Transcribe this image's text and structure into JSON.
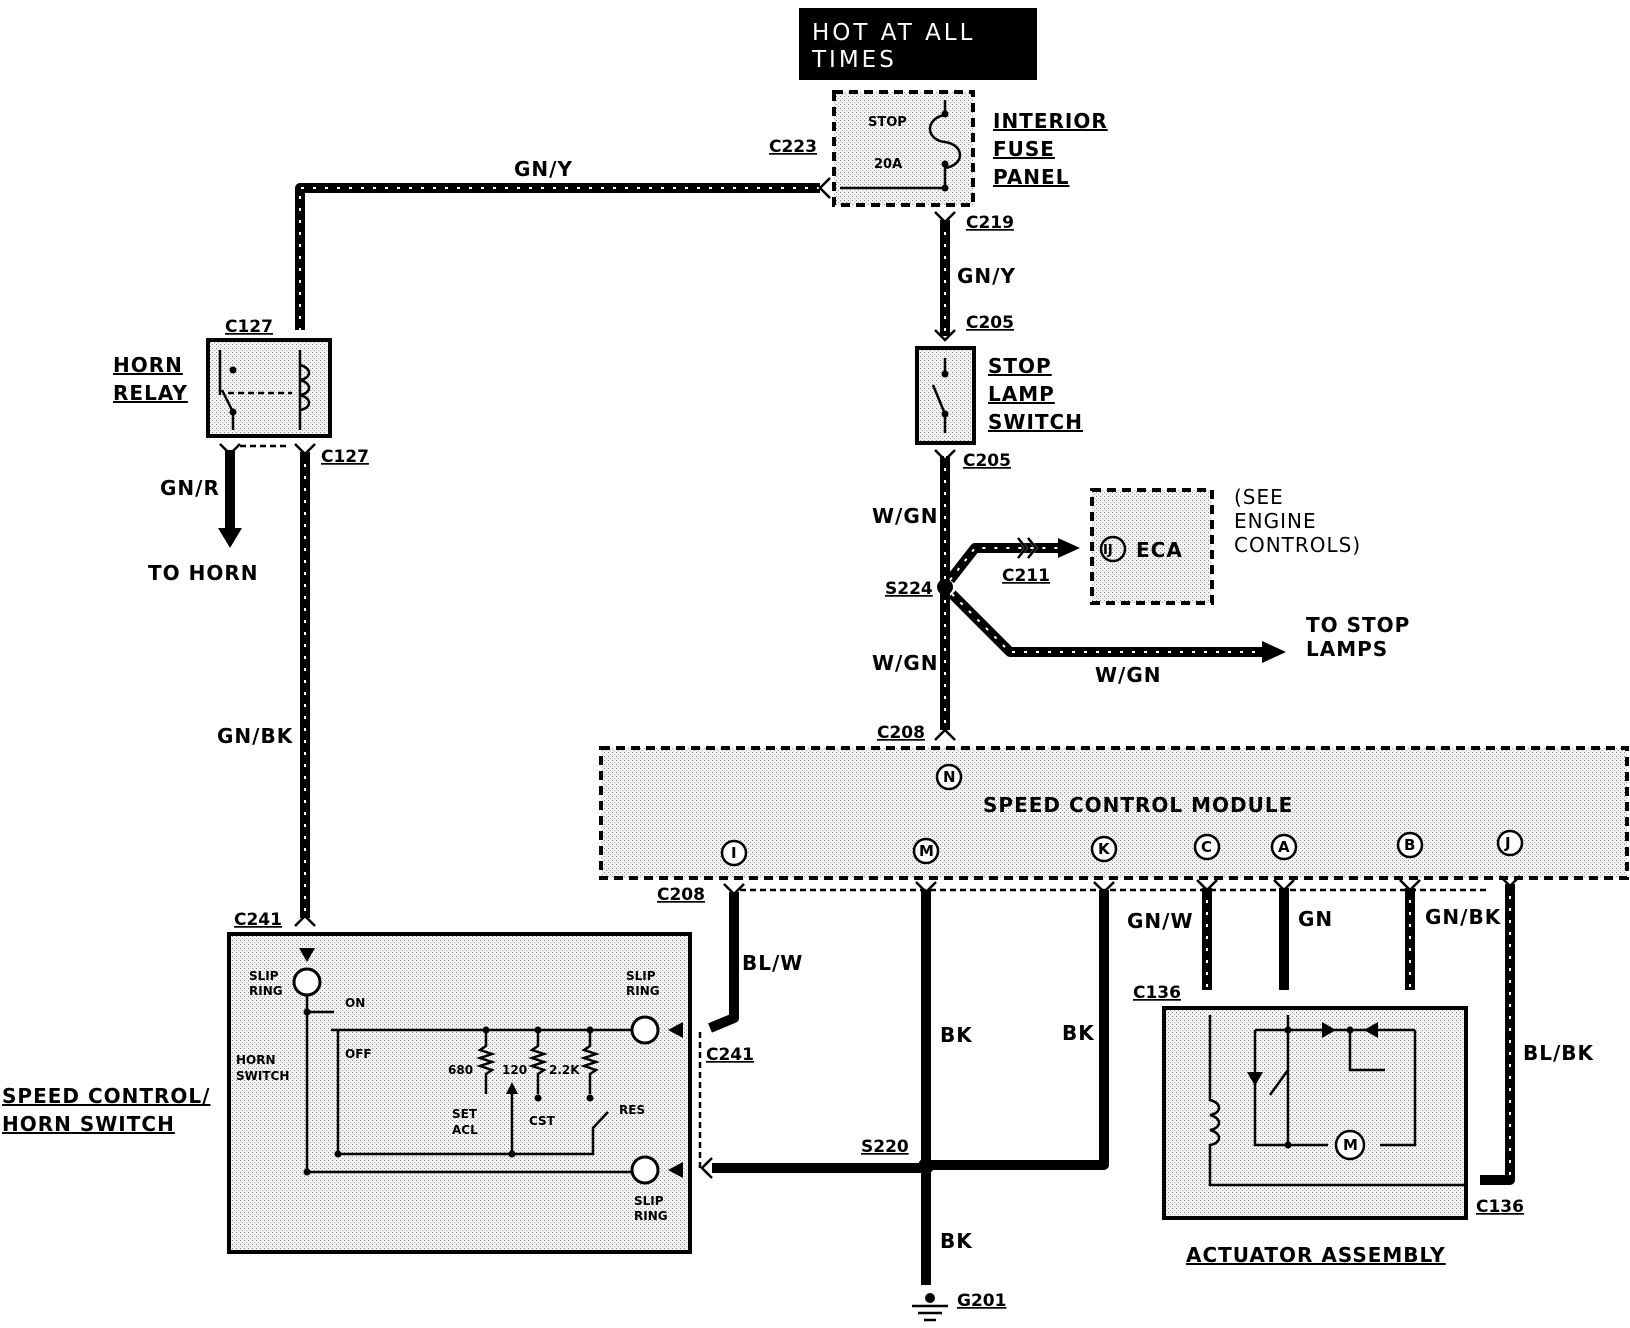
{
  "title": {
    "line1": "HOT AT ALL",
    "line2": "TIMES"
  },
  "fuse": {
    "name_lines": [
      "INTERIOR",
      "FUSE",
      "PANEL"
    ],
    "label": "STOP",
    "rating": "20A"
  },
  "connectors": {
    "c223": "C223",
    "c219": "C219",
    "c205a": "C205",
    "c205b": "C205",
    "c127a": "C127",
    "c127b": "C127",
    "c211": "C211",
    "s224": "S224",
    "c208a": "C208",
    "c208b": "C208",
    "c241a": "C241",
    "c241b": "C241",
    "s220": "S220",
    "c136a": "C136",
    "c136b": "C136",
    "g201": "G201"
  },
  "wires": {
    "gn_y_top": "GN/Y",
    "gn_y_vert": "GN/Y",
    "gn_r": "GN/R",
    "gn_bk_left": "GN/BK",
    "w_gn_1": "W/GN",
    "w_gn_2": "W/GN",
    "w_gn_3": "W/GN",
    "bl_w": "BL/W",
    "bk_1": "BK",
    "bk_2": "BK",
    "bk_3": "BK",
    "gn_w": "GN/W",
    "gn": "GN",
    "gn_bk_right": "GN/BK",
    "bl_bk": "BL/BK"
  },
  "horn_relay": {
    "lines": [
      "HORN",
      "RELAY"
    ],
    "to_horn": "TO HORN"
  },
  "stop_lamp_switch": {
    "lines": [
      "STOP",
      "LAMP",
      "SWITCH"
    ]
  },
  "eca": {
    "pin": "IJ",
    "name": "ECA",
    "note_lines": [
      "(SEE",
      "ENGINE",
      "CONTROLS)"
    ]
  },
  "to_stop_lamps": {
    "lines": [
      "TO STOP",
      "LAMPS"
    ]
  },
  "module": {
    "name": "SPEED CONTROL MODULE",
    "top_pin": "N",
    "pins": [
      "I",
      "M",
      "K",
      "C",
      "A",
      "B",
      "J"
    ]
  },
  "switch_assy": {
    "lines": [
      "SPEED CONTROL/",
      "HORN SWITCH"
    ],
    "slip_ring": [
      "SLIP",
      "RING"
    ],
    "horn_switch": [
      "HORN",
      "SWITCH"
    ],
    "on": "ON",
    "off": "OFF",
    "r1": "680",
    "r2": "120",
    "r3": "2.2K",
    "set_acl": [
      "SET",
      "ACL"
    ],
    "cst": "CST",
    "res": "RES"
  },
  "actuator": {
    "name": "ACTUATOR ASSEMBLY",
    "motor": "M"
  }
}
